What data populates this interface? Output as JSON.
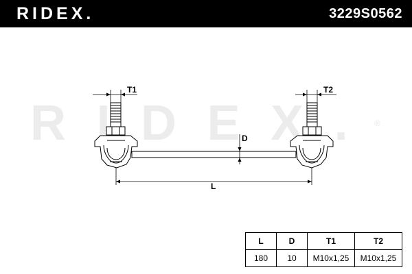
{
  "header": {
    "brand": "RIDEX.",
    "part_number": "3229S0562",
    "background": "#000000",
    "text_color": "#ffffff"
  },
  "watermark": {
    "letters": [
      "R",
      "I",
      "D",
      "E",
      "X",
      "."
    ],
    "registered_mark": "®"
  },
  "drawing": {
    "labels": {
      "t1": "T1",
      "t2": "T2",
      "d": "D",
      "l": "L"
    }
  },
  "specs": {
    "headers": [
      "L",
      "D",
      "T1",
      "T2"
    ],
    "values": [
      "180",
      "10",
      "M10x1,25",
      "M10x1,25"
    ]
  }
}
